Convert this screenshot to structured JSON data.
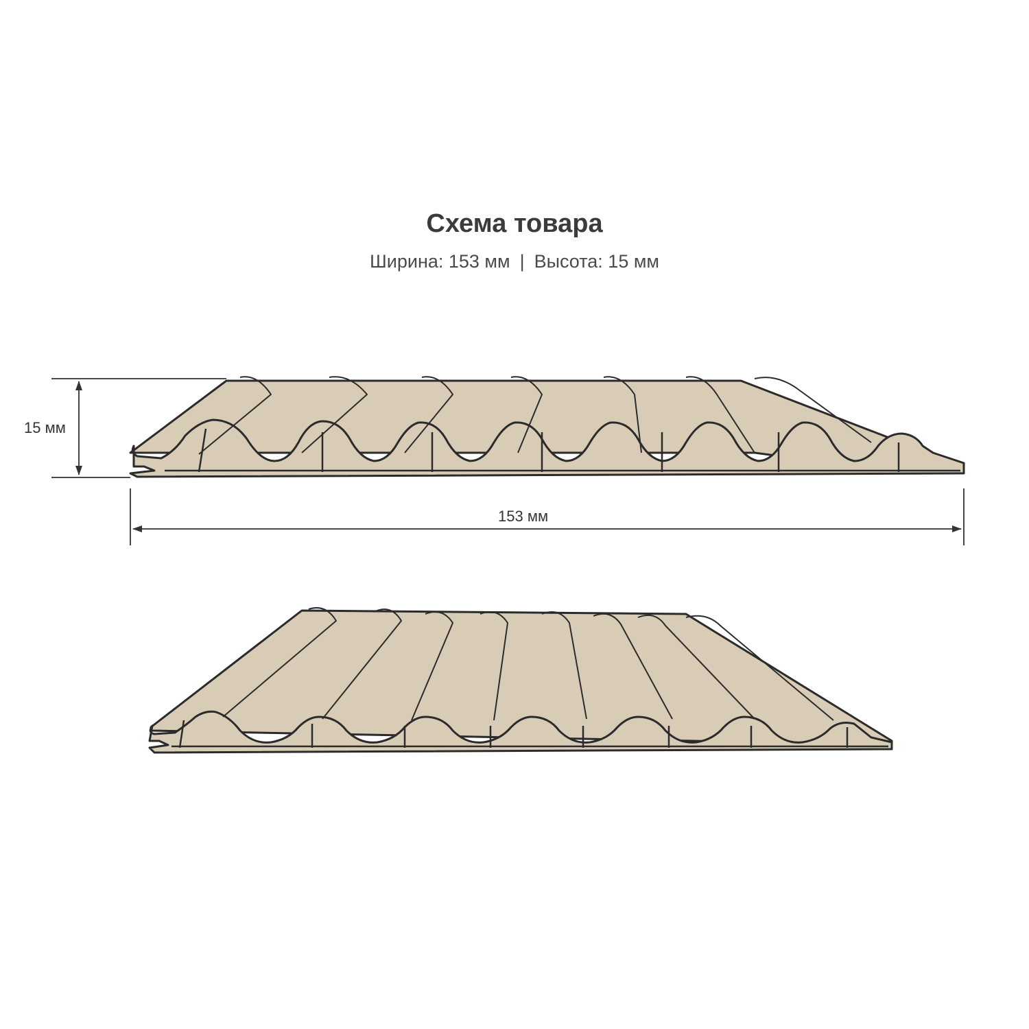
{
  "header": {
    "title": "Схема товара",
    "width_text": "Ширина: 153 мм",
    "separator": "|",
    "height_text": "Высота: 15 мм"
  },
  "dimensions": {
    "height_label": "15 мм",
    "width_label": "153 мм"
  },
  "colors": {
    "panel_fill": "#d9ccb6",
    "panel_stroke": "#2b2b2b",
    "dim_line": "#333333"
  }
}
